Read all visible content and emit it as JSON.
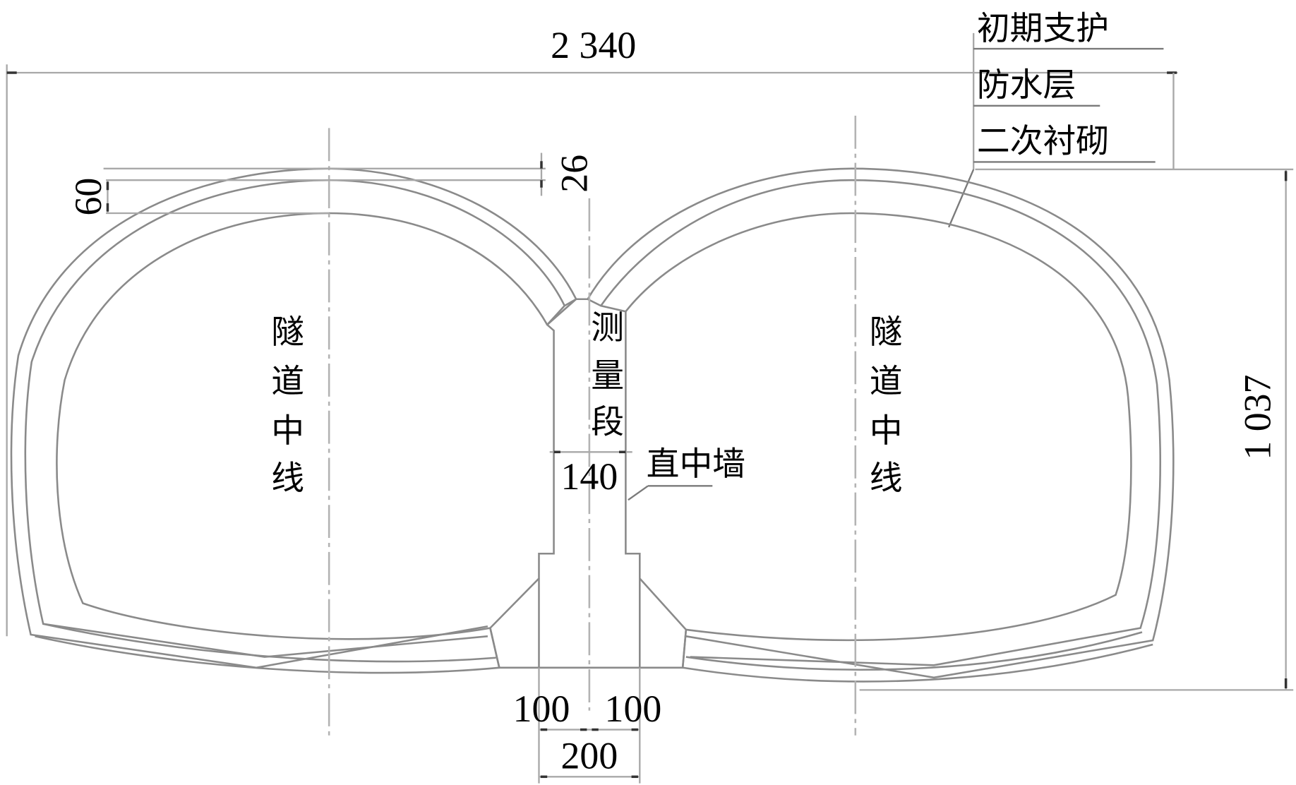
{
  "figure": {
    "type": "twin-tunnel cross-section drawing",
    "labels": {
      "initial_support": "初期支护",
      "waterproof_layer": "防水层",
      "secondary_lining": "二次衬砌",
      "tunnel_centerline_left": [
        "隧",
        "道",
        "中",
        "线"
      ],
      "tunnel_centerline_right": [
        "隧",
        "道",
        "中",
        "线"
      ],
      "measurement_section": [
        "测",
        "量",
        "段"
      ],
      "straight_middle_wall": "直中墙"
    },
    "dimensions": {
      "total_width": "2 340",
      "total_height": "1 037",
      "lining_thickness": "60",
      "support_thickness": "26",
      "wall_width": "140",
      "base_left": "100",
      "base_right": "100",
      "base_total": "200"
    },
    "colors": {
      "line": "#8a8a8a",
      "dimension": "#a8a8a8",
      "centerline": "#b3b3b3",
      "text": "#000000"
    }
  }
}
